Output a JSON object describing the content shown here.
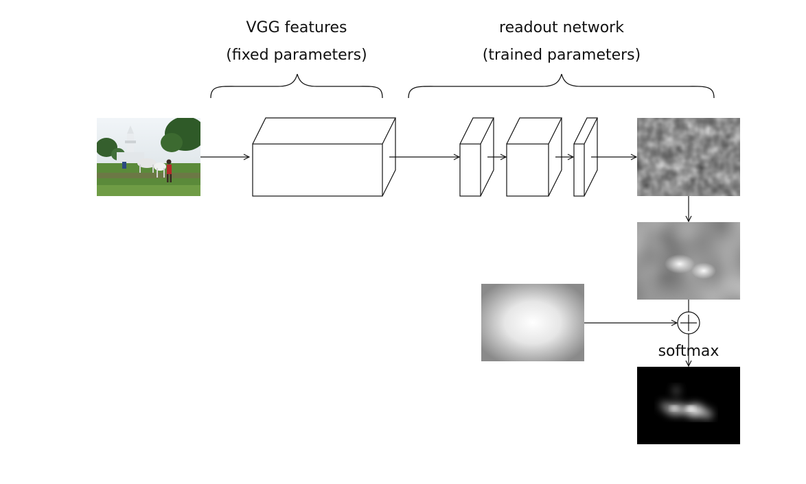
{
  "labels": {
    "vgg_title": "VGG features",
    "vgg_sub": "(fixed parameters)",
    "readout_title": "readout network",
    "readout_sub": "(trained parameters)",
    "softmax": "softmax"
  },
  "symbols": {
    "add_operator": "plus-in-circle"
  },
  "colors": {
    "stroke": "#111111",
    "background": "#ffffff"
  }
}
